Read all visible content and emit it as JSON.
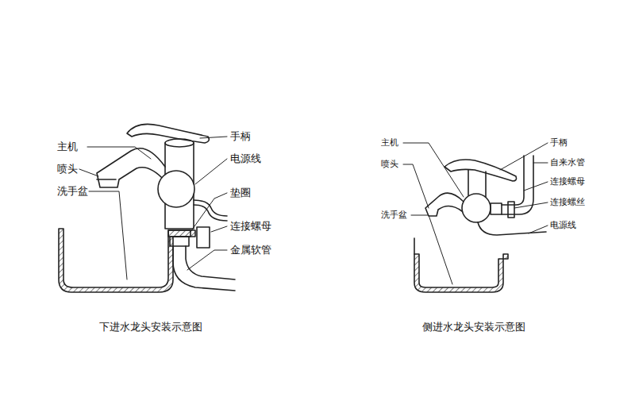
{
  "diagram": {
    "labels": [
      "主机",
      "喷头",
      "洗手盆",
      "手柄",
      "电源线",
      "垫圈",
      "连接螺母",
      "金属软管",
      "下进水龙头安装示意图",
      "主机",
      "喷头",
      "洗手盆",
      "手柄",
      "自来水管",
      "连接螺母",
      "连接螺丝",
      "电源线",
      "侧进水龙头安装示意图"
    ]
  }
}
